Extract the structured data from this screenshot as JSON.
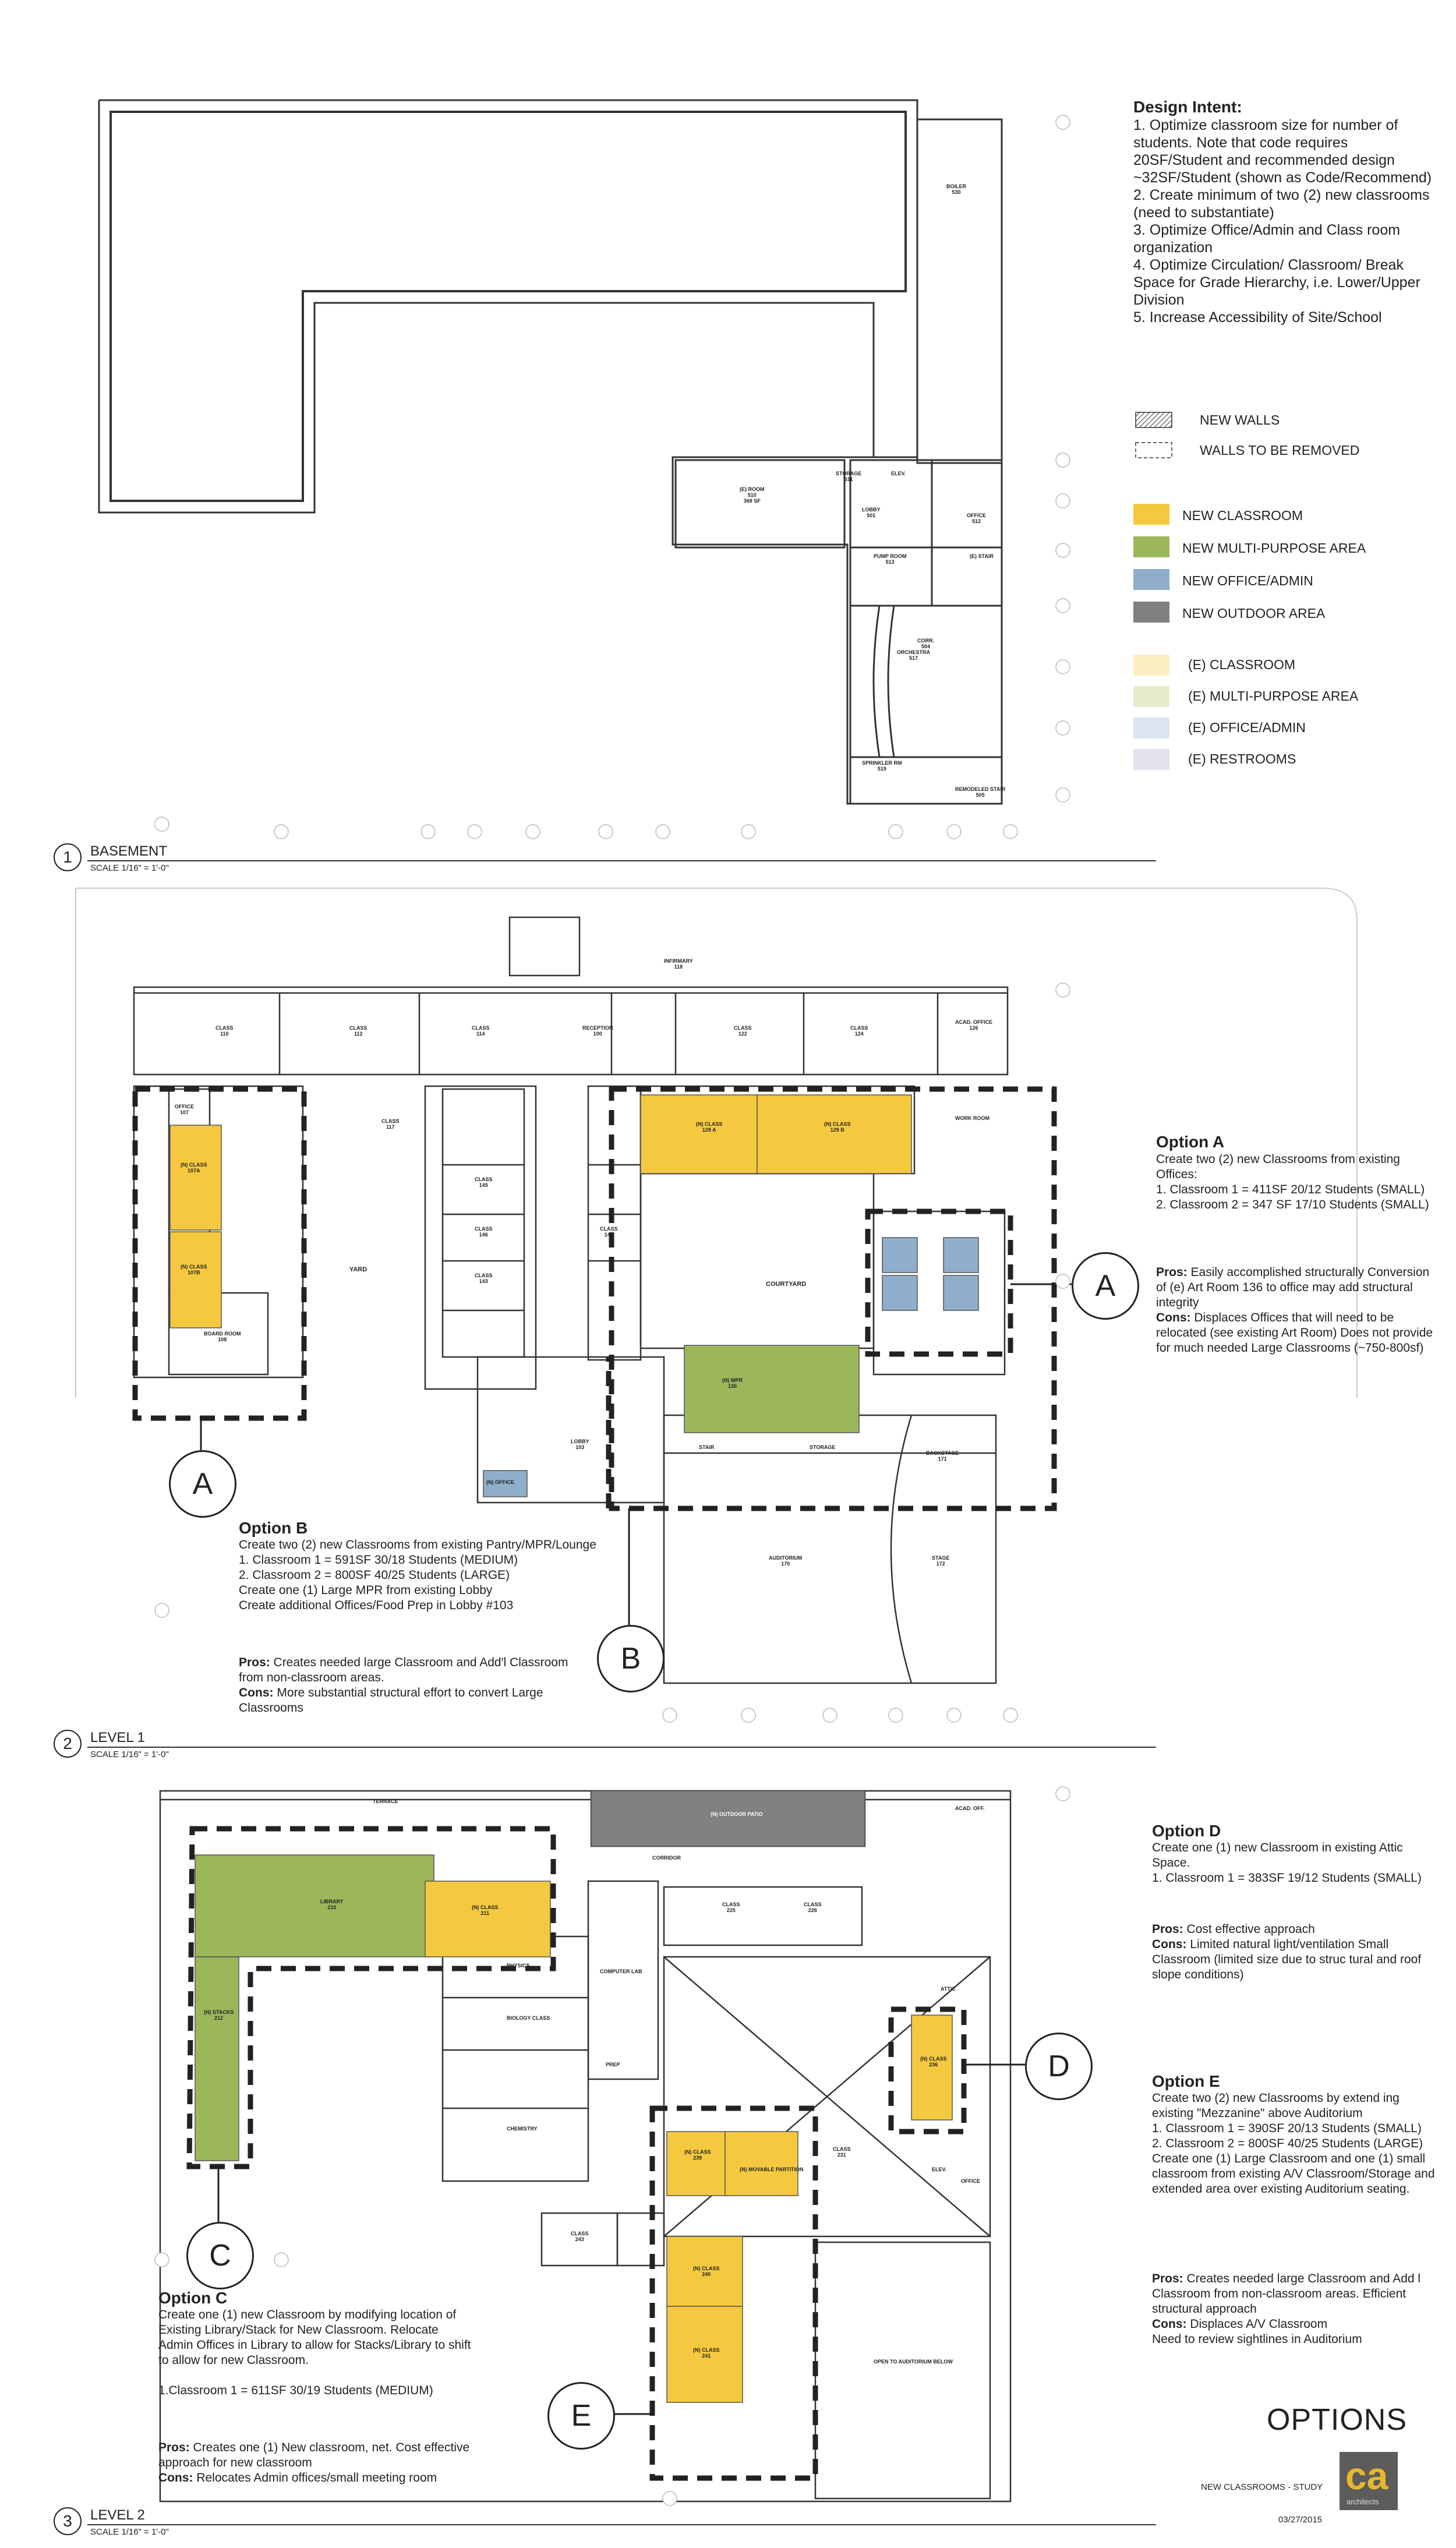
{
  "design_intent": {
    "title": "Design Intent:",
    "body": "1. Optimize classroom size for number of students. Note that code requires 20SF/Student and recommended design ~32SF/Student (shown as Code/Recommend)\n2. Create minimum of two (2) new classrooms (need to substantiate)\n3. Optimize Office/Admin and Class room organization\n4. Optimize Circulation/ Classroom/ Break Space for Grade Hierarchy, i.e. Lower/Upper Division\n5. Increase Accessibility of Site/School"
  },
  "legend": {
    "new_walls": "NEW WALLS",
    "walls_removed": "WALLS TO BE REMOVED",
    "items": [
      {
        "label": "NEW CLASSROOM",
        "color": "#f5c93f"
      },
      {
        "label": "NEW MULTI-PURPOSE AREA",
        "color": "#9bb75a"
      },
      {
        "label": "NEW OFFICE/ADMIN",
        "color": "#8faecb"
      },
      {
        "label": "NEW OUTDOOR AREA",
        "color": "#808080"
      },
      {
        "label": "(E) CLASSROOM",
        "color": "#fbf0bf"
      },
      {
        "label": "(E) MULTI-PURPOSE AREA",
        "color": "#e6ebcb"
      },
      {
        "label": "(E) OFFICE/ADMIN",
        "color": "#dbe6f2"
      },
      {
        "label": "(E) RESTROOMS",
        "color": "#e5e1ee"
      }
    ]
  },
  "levels": [
    {
      "number": "1",
      "name": "BASEMENT",
      "scale": "SCALE 1/16\" = 1'-0\""
    },
    {
      "number": "2",
      "name": "LEVEL 1",
      "scale": "SCALE 1/16\" = 1'-0\""
    },
    {
      "number": "3",
      "name": "LEVEL 2",
      "scale": "SCALE 1/16\" = 1'-0\""
    }
  ],
  "options": {
    "a": {
      "title": "Option A",
      "body": "Create two (2) new Classrooms from existing Offices:\n1. Classroom 1 = 411SF 20/12 Students (SMALL)\n2. Classroom 2 = 347 SF 17/10 Students (SMALL)",
      "pros_label": "Pros:",
      "pros": " Easily accomplished structurally Conversion of (e) Art Room 136 to office may add structural integrity",
      "cons_label": "Cons:",
      "cons": " Displaces Offices that will need to be relocated (see existing Art Room) Does not provide for much needed Large Classrooms (~750-800sf)"
    },
    "b": {
      "title": "Option B",
      "body": "Create two (2) new Classrooms from existing Pantry/MPR/Lounge\n1. Classroom 1 = 591SF 30/18 Students (MEDIUM)\n2. Classroom 2 = 800SF 40/25 Students (LARGE)\nCreate one (1) Large MPR from existing Lobby\nCreate additional Offices/Food Prep in Lobby #103",
      "pros_label": "Pros:",
      "pros": " Creates needed large Classroom and Add'l Classroom from non-classroom areas.",
      "cons_label": "Cons:",
      "cons": " More substantial structural effort to convert Large Classrooms"
    },
    "c": {
      "title": "Option C",
      "body": "Create one (1) new Classroom by modifying location of Existing Library/Stack for New Classroom. Relocate Admin Offices in Library to allow for Stacks/Library to shift to allow for new Classroom.\n\n1.Classroom 1 = 611SF 30/19 Students (MEDIUM)",
      "pros_label": "Pros:",
      "pros": " Creates one (1) New classroom, net. Cost effective approach for new classroom",
      "cons_label": "Cons:",
      "cons": " Relocates Admin offices/small meeting room"
    },
    "d": {
      "title": "Option D",
      "body": "Create one (1) new Classroom in existing Attic Space.\n1. Classroom 1 = 383SF 19/12 Students (SMALL)",
      "pros_label": "Pros:",
      "pros": " Cost effective approach",
      "cons_label": "Cons:",
      "cons": " Limited natural light/ventilation Small Classroom (limited size due to struc tural and roof slope conditions)"
    },
    "e": {
      "title": "Option E",
      "body": "Create two (2) new Classrooms by extend ing existing \"Mezzanine\" above Auditorium\n1. Classroom 1 = 390SF 20/13 Students (SMALL)\n2. Classroom 2 = 800SF 40/25 Students (LARGE)\nCreate one (1) Large Classroom and one (1) small classroom from existing A/V Classroom/Storage and extended area over existing Auditorium seating.",
      "pros_label": "Pros:",
      "pros": " Creates needed large Classroom and Add l Classroom from non-classroom areas. Efficient structural approach",
      "cons_label": "Cons:",
      "cons": " Displaces A/V Classroom\nNeed to review sightlines in Auditorium"
    }
  },
  "callouts": {
    "a1": "A",
    "a2": "A",
    "b": "B",
    "c": "C",
    "d": "D",
    "e": "E"
  },
  "rooms": {
    "basement": [
      "(E) ROOM\n510\n368 SF",
      "BOILER\n530",
      "STORAGE\n511",
      "ELEV.",
      "LOBBY\n501",
      "OFFICE\n512",
      "PUMP ROOM\n513",
      "(E) STAIR",
      "ORCHESTRA\n517",
      "CORR.\n504",
      "SPRINKLER RM\n519",
      "REMODELED STAIR\n505"
    ],
    "level1": [
      "CLASS\n110",
      "CLASS\n112",
      "CLASS\n114",
      "RECEPTION\n100",
      "INFIRMARY\n118",
      "CLASS\n122",
      "CLASS\n124",
      "ACAD. OFFICE\n126",
      "OFFICE\n107",
      "(N) CLASS\n107A",
      "(N) CLASS\n107B",
      "BOARD ROOM\n108",
      "CLASS\n117",
      "CLASS\n145",
      "CLASS\n146",
      "CLASS\n143",
      "CLASS\n141",
      "(N) CLASS\n128 A",
      "(N) CLASS\n129 B",
      "COURTYARD",
      "YARD",
      "(N) MPR\n130",
      "(N) OFFICE",
      "AUDITORIUM\n170",
      "STAGE\n172",
      "LOBBY\n103",
      "BACKSTAGE\n171",
      "WORK ROOM",
      "STAIR",
      "STORAGE"
    ],
    "level2": [
      "TERRACE",
      "(N) OUTDOOR PATIO",
      "ACAD. OFF.",
      "LIBRARY\n210",
      "(N) CLASS\n211",
      "(N) STACKS\n212",
      "CORRIDOR",
      "CLASS\n225",
      "CLASS\n226",
      "COMPUTER LAB",
      "PHYSICS",
      "BIOLOGY CLASS",
      "CHEMISTRY",
      "PREP",
      "(N) CLASS\n236",
      "(N) CLASS\n239",
      "(N) MOVABLE PARTITION",
      "(N) CLASS\n240",
      "(N) CLASS\n241",
      "CLASS\n243",
      "CLASS\n231",
      "OFFICE",
      "OPEN TO AUDITORIUM BELOW",
      "ATTIC",
      "ELEV."
    ]
  },
  "title_block": {
    "title": "OPTIONS",
    "project": "NEW CLASSROOMS - STUDY",
    "date": "03/27/2015",
    "logo": "ca",
    "logo_sub": "architects"
  }
}
